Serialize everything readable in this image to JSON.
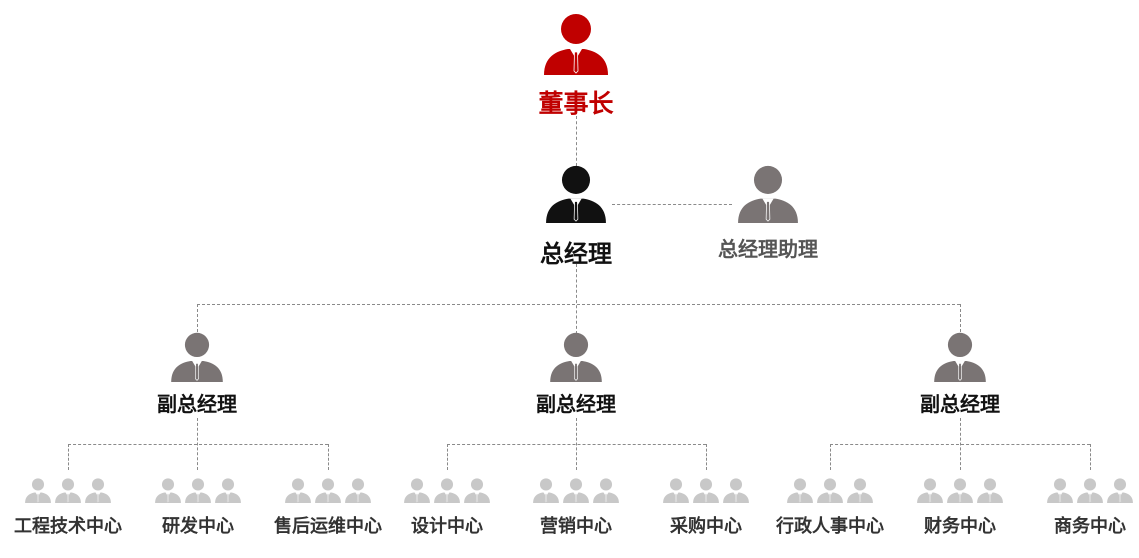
{
  "colors": {
    "chairman": "#c00000",
    "general_manager": "#111111",
    "assistant": "#7a7474",
    "vice": "#7a7474",
    "department": "#c8c8c8",
    "line": "#8a8a8a"
  },
  "chairman": {
    "label": "董事长",
    "icon": "person-icon"
  },
  "general_manager": {
    "label": "总经理",
    "icon": "person-icon"
  },
  "assistant": {
    "label": "总经理助理",
    "icon": "person-icon"
  },
  "vice_managers": [
    {
      "label": "副总经理",
      "departments": [
        "工程技术中心",
        "研发中心",
        "售后运维中心"
      ]
    },
    {
      "label": "副总经理",
      "departments": [
        "设计中心",
        "营销中心",
        "采购中心"
      ]
    },
    {
      "label": "副总经理",
      "departments": [
        "行政人事中心",
        "财务中心",
        "商务中心"
      ]
    }
  ]
}
